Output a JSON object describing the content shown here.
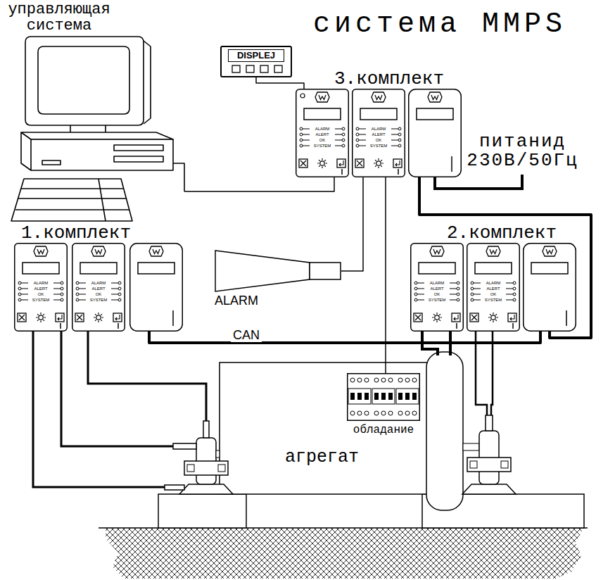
{
  "diagram": {
    "title": "система MMPS",
    "nodes": [
      {
        "text": [
          "управляющая система"
        ]
      },
      {
        "text": [
          "DISPLEJ"
        ]
      },
      {
        "text": [
          "3.комплект"
        ]
      },
      {
        "text": [
          "ALARM",
          "ALERT",
          "OK",
          "SYSTEM"
        ],
        "in": 2
      },
      {
        "text": [
          "ALARM",
          "ALERT",
          "OK",
          "SYSTEM"
        ],
        "in": 2
      },
      {
        "text": [
          "ALARM"
        ]
      },
      {
        "text": [
          "1.комплект"
        ]
      },
      {
        "text": [
          "ALARM",
          "ALERT",
          "OK",
          "SYSTEM"
        ],
        "in": 6
      },
      {
        "text": [
          "ALARM",
          "ALERT",
          "OK",
          "SYSTEM"
        ],
        "in": 6
      },
      {
        "text": [
          "2.комплект"
        ]
      },
      {
        "text": [
          "ALARM",
          "ALERT",
          "OK",
          "SYSTEM"
        ],
        "in": 9
      },
      {
        "text": [
          "ALARM",
          "ALERT",
          "OK",
          "SYSTEM"
        ],
        "in": 9
      },
      {
        "text": [
          "агрегат"
        ]
      },
      {
        "text": [
          "обладание"
        ],
        "in": 12
      }
    ],
    "edges": [
      {
        "from": 0,
        "to": 3,
        "arrow": "none"
      },
      {
        "from": 1,
        "to": 3,
        "arrow": "none"
      },
      {
        "from": 4,
        "to": 5,
        "arrow": "none"
      },
      {
        "from": 4,
        "to": 13,
        "arrow": "none"
      },
      {
        "from": 6,
        "to": 9,
        "label": "CAN",
        "arrow": "none"
      },
      {
        "from": 9,
        "to": 2,
        "arrow": "none"
      }
    ],
    "labels": [
      "питанид 230В/50Гц"
    ]
  }
}
